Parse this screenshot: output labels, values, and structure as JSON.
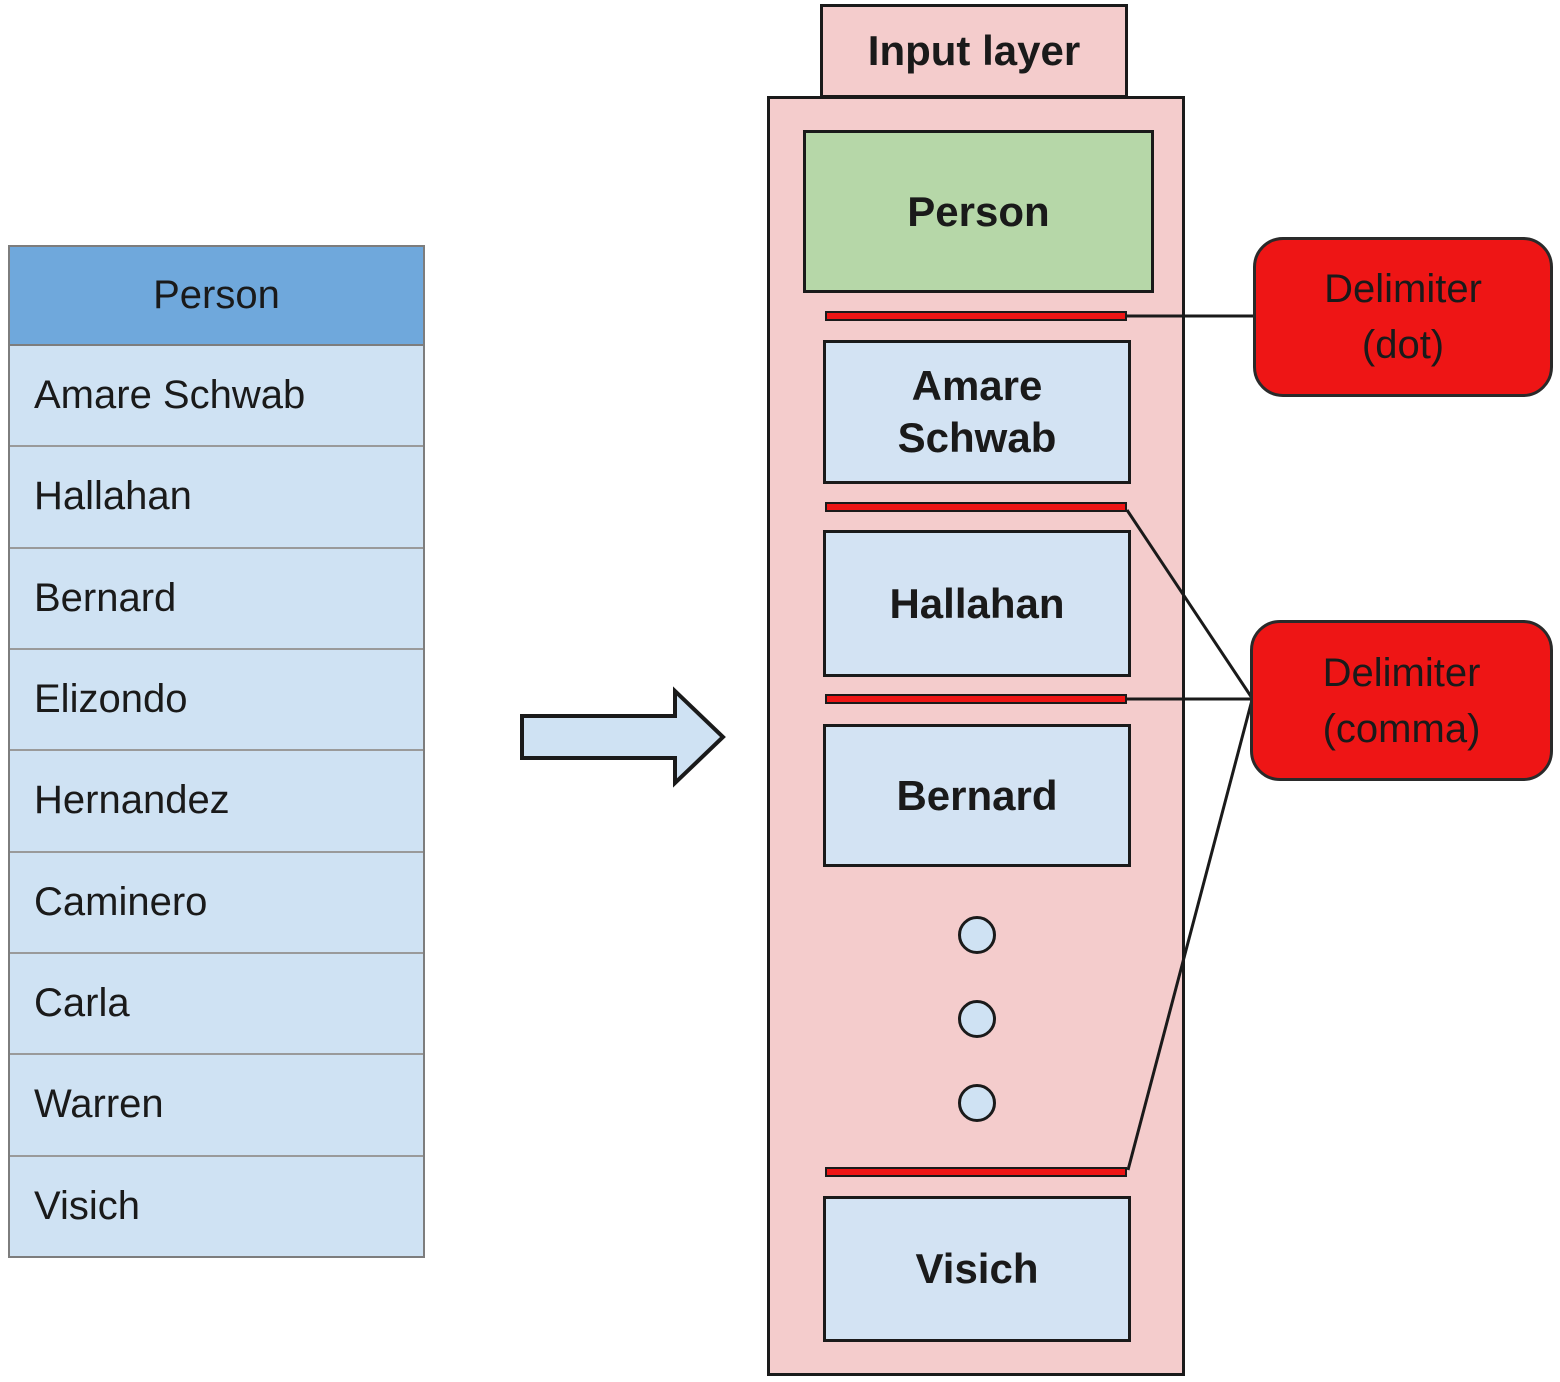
{
  "source_table": {
    "header": "Person",
    "rows": [
      "Amare Schwab",
      "Hallahan",
      "Bernard",
      "Elizondo",
      "Hernandez",
      "Caminero",
      "Carla",
      "Warren",
      "Visich"
    ]
  },
  "input_layer": {
    "title": "Input layer",
    "header_node": "Person",
    "nodes": [
      "Amare Schwab",
      "Hallahan",
      "Bernard"
    ],
    "ellipsis_count": 3,
    "tail_node": "Visich"
  },
  "annotations": {
    "dot": {
      "line1": "Delimiter",
      "line2": "(dot)"
    },
    "comma": {
      "line1": "Delimiter",
      "line2": "(comma)"
    }
  },
  "colors": {
    "container_pink": "#f4cccc",
    "node_green": "#b6d7a8",
    "node_blue": "#d3e3f3",
    "table_header_blue": "#6fa8dc",
    "table_row_blue": "#cfe2f3",
    "delimiter_red": "#ee1515",
    "outline_black": "#1a1a1a"
  }
}
